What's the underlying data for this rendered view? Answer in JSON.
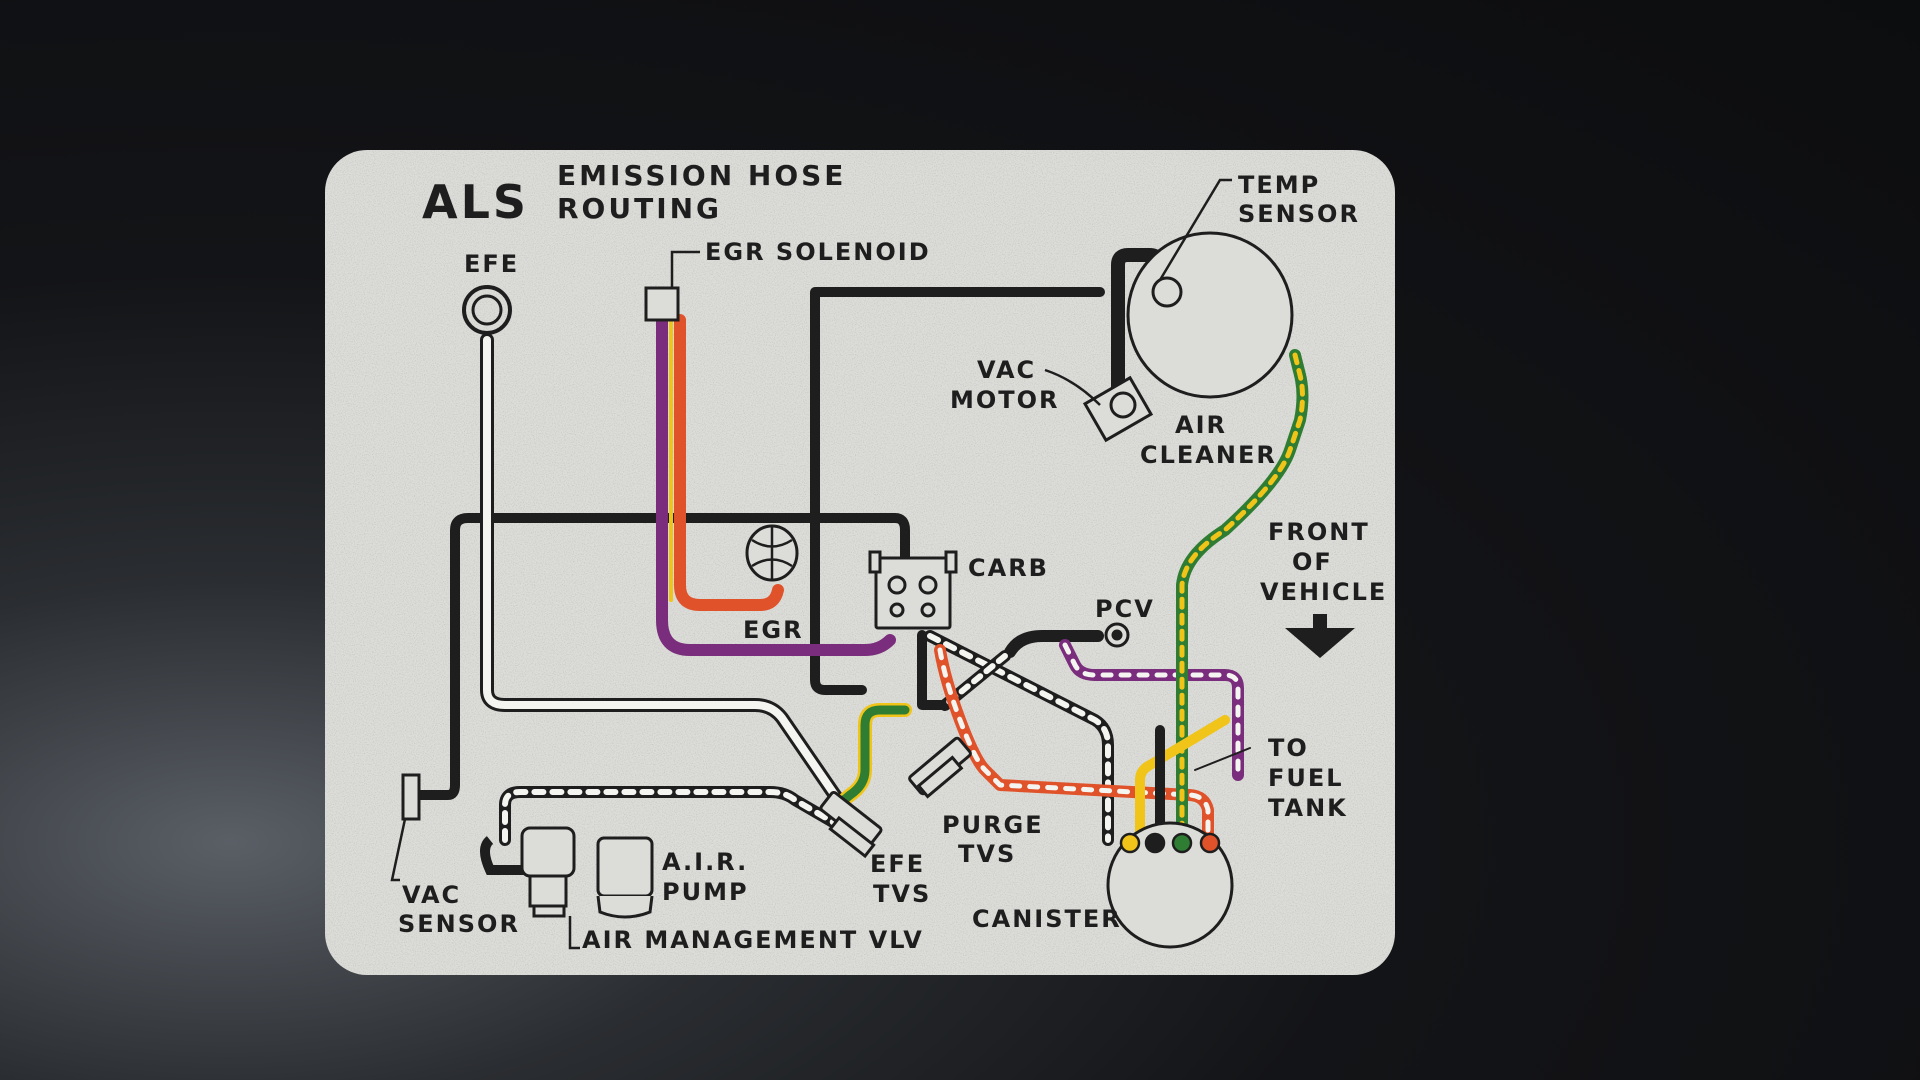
{
  "label_card": {
    "code": "ALS",
    "title_line1": "EMISSION HOSE",
    "title_line2": "ROUTING"
  },
  "component_labels": {
    "egr_solenoid": "EGR SOLENOID",
    "efe": "EFE",
    "temp_sensor_line1": "TEMP",
    "temp_sensor_line2": "SENSOR",
    "vac_motor_line1": "VAC",
    "vac_motor_line2": "MOTOR",
    "air_cleaner_line1": "AIR",
    "air_cleaner_line2": "CLEANER",
    "carb": "CARB",
    "egr": "EGR",
    "pcv": "PCV",
    "front_line1": "FRONT",
    "front_line2": "OF",
    "front_line3": "VEHICLE",
    "to_fuel_tank_line1": "TO",
    "to_fuel_tank_line2": "FUEL",
    "to_fuel_tank_line3": "TANK",
    "purge_tvs_line1": "PURGE",
    "purge_tvs_line2": "TVS",
    "efe_tvs_line1": "EFE",
    "efe_tvs_line2": "TVS",
    "air_pump_line1": "A.I.R.",
    "air_pump_line2": "PUMP",
    "canister": "CANISTER",
    "vac_sensor_line1": "VAC",
    "vac_sensor_line2": "SENSOR",
    "air_management_vlv": "AIR MANAGEMENT VLV"
  },
  "hose_colors": {
    "black": "#1e1e1e",
    "purple": "#7a2d7c",
    "orange": "#e0522a",
    "yellow": "#f0c419",
    "green": "#2f7d32",
    "white": "#f4f4f0"
  },
  "colors": {
    "card_background": "#dcdcd8",
    "ink": "#1e1e1e",
    "background": "#0c0d0f"
  },
  "icons": {
    "direction_arrow": "arrow-down-icon"
  }
}
